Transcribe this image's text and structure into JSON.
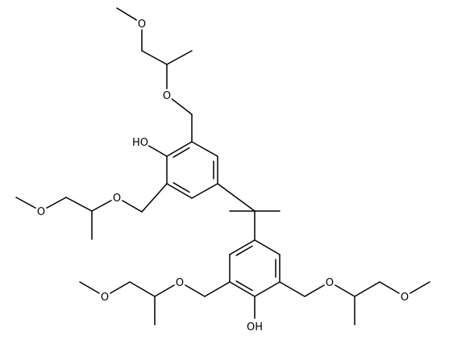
{
  "diagram": {
    "type": "chemical-structure",
    "atom_labels": {
      "hydroxyl_top": "HO",
      "hydroxyl_bottom": "OH",
      "ether_o": "O"
    }
  },
  "colors": {
    "bond": "#000000",
    "text": "#000000",
    "background": "#ffffff"
  }
}
